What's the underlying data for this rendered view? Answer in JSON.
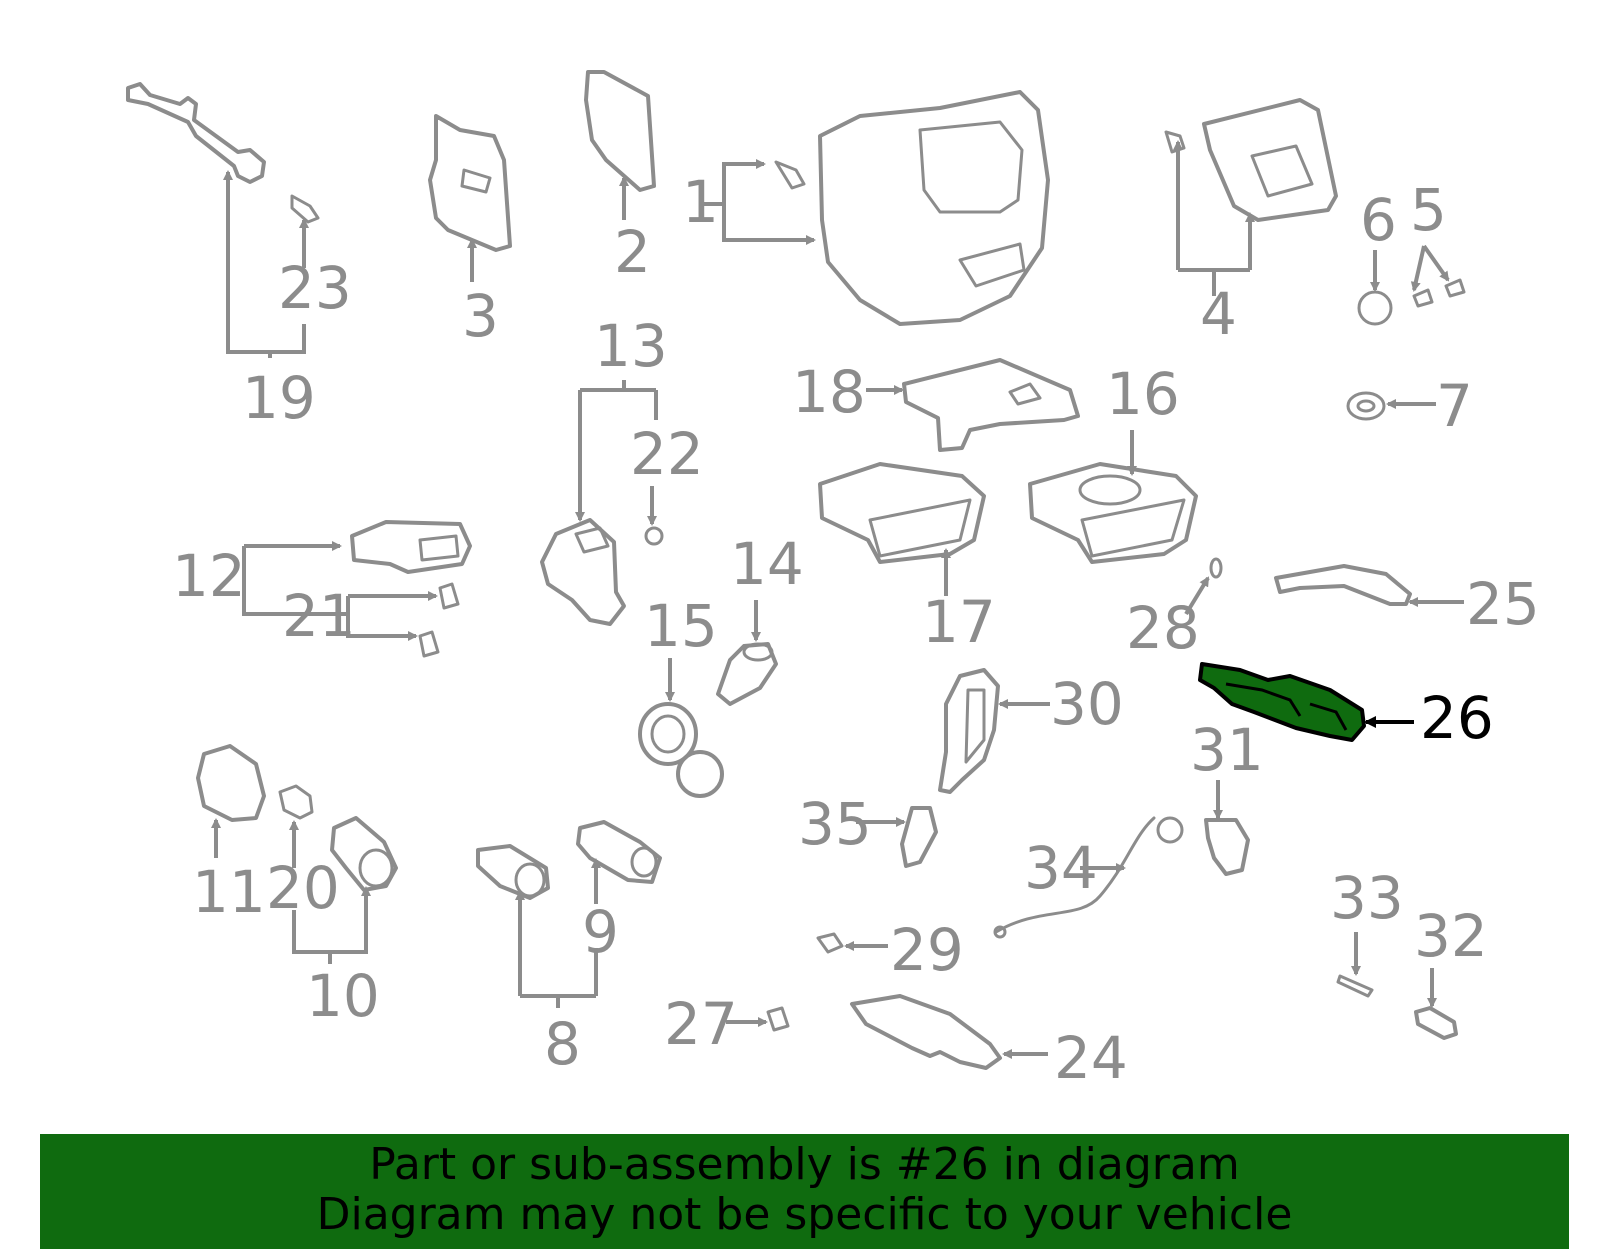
{
  "callouts": {
    "c1": "1",
    "c2": "2",
    "c3": "3",
    "c4": "4",
    "c5": "5",
    "c6": "6",
    "c7": "7",
    "c8": "8",
    "c9": "9",
    "c10": "10",
    "c11": "11",
    "c12": "12",
    "c13": "13",
    "c14": "14",
    "c15": "15",
    "c16": "16",
    "c17": "17",
    "c18": "18",
    "c19": "19",
    "c20": "20",
    "c21": "21",
    "c22": "22",
    "c23": "23",
    "c24": "24",
    "c25": "25",
    "c26": "26",
    "c27": "27",
    "c28": "28",
    "c29": "29",
    "c30": "30",
    "c31": "31",
    "c32": "32",
    "c33": "33",
    "c34": "34",
    "c35": "35"
  },
  "banner": {
    "line1": "Part or sub-assembly is #26 in diagram",
    "line2": "Diagram may not be specific to your vehicle"
  },
  "colors": {
    "banner_bg": "#0f6b0f",
    "highlight_part": "#0f6b0f",
    "line_gray": "#8c8c8c",
    "highlight_text": "#000000"
  }
}
